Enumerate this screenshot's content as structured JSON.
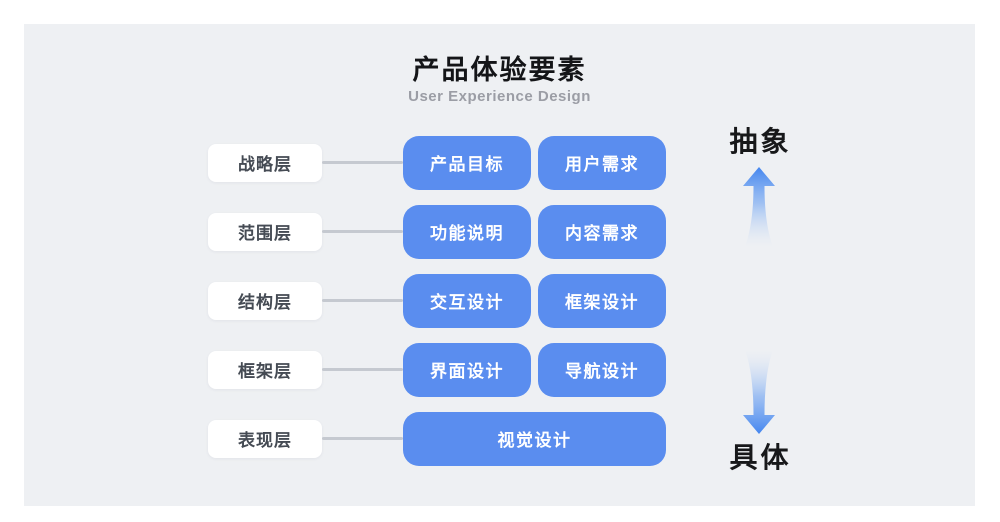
{
  "header": {
    "title": "产品体验要素",
    "subtitle": "User Experience Design"
  },
  "rows": [
    {
      "label": "战略层",
      "items": [
        "产品目标",
        "用户需求"
      ]
    },
    {
      "label": "范围层",
      "items": [
        "功能说明",
        "内容需求"
      ]
    },
    {
      "label": "结构层",
      "items": [
        "交互设计",
        "框架设计"
      ]
    },
    {
      "label": "框架层",
      "items": [
        "界面设计",
        "导航设计"
      ]
    },
    {
      "label": "表现层",
      "items": [
        "视觉设计"
      ]
    }
  ],
  "axis": {
    "top_label": "抽象",
    "bottom_label": "具体",
    "top_icon": "up-arrow-icon",
    "bottom_icon": "down-arrow-icon"
  },
  "colors": {
    "page_bg": "#ffffff",
    "panel_bg": "#eef0f3",
    "box_blue": "#5a8def",
    "box_text": "#ffffff",
    "label_bg": "#ffffff",
    "label_text": "#454b54",
    "line": "#c5c9d0",
    "title": "#141518",
    "subtitle": "#9b9da5",
    "axis_text": "#17181a",
    "arrow_strong": "#4486ef",
    "arrow_faint": "#cfdff5"
  }
}
